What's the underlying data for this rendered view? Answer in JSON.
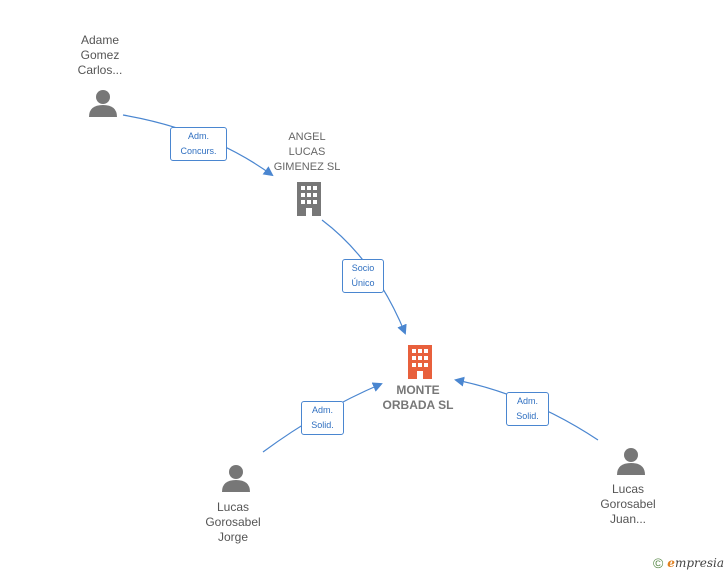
{
  "nodes": {
    "adame": {
      "label": "Adame\nGomez\nCarlos..."
    },
    "angel": {
      "label": "ANGEL\nLUCAS\nGIMENEZ SL"
    },
    "monte": {
      "label": "MONTE\nORBADA SL"
    },
    "jorge": {
      "label": "Lucas\nGorosabel\nJorge"
    },
    "juan": {
      "label": "Lucas\nGorosabel\nJuan..."
    }
  },
  "edges": {
    "adame_angel": {
      "line1": "Adm.",
      "line2": "Concurs."
    },
    "angel_monte": {
      "line1": "Socio",
      "line2": "Único"
    },
    "jorge_monte": {
      "line1": "Adm.",
      "line2": "Solid."
    },
    "juan_monte": {
      "line1": "Adm.",
      "line2": "Solid."
    }
  },
  "footer": {
    "copyright": "©",
    "brand_e": "e",
    "brand_rest": "mpresia"
  },
  "colors": {
    "edge": "#4a86d0",
    "person": "#777777",
    "company": "#777777",
    "target": "#e8603c"
  }
}
